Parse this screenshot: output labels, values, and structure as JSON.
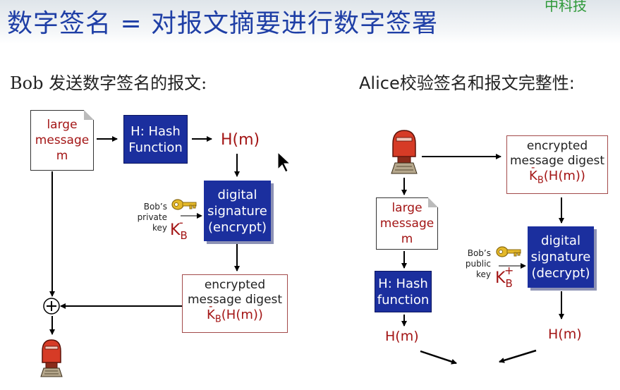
{
  "slide": {
    "title": "数字签名 = 对报文摘要进行数字签署",
    "corner_text": "中科技",
    "left_heading": "Bob 发送数字签名的报文:",
    "right_heading": "Alice校验签名和报文完整性:"
  },
  "left": {
    "message_box": {
      "line1": "large",
      "line2": "message",
      "line3": "m"
    },
    "hash_box": {
      "line1": "H: Hash",
      "line2": "Function"
    },
    "hm_label": "H(m)",
    "signature_box": {
      "line1": "digital",
      "line2": "signature",
      "line3": "(encrypt)"
    },
    "key_label": {
      "line1": "Bob’s",
      "line2": "private",
      "line3": "key"
    },
    "key_letter": "K",
    "key_sub": "B",
    "key_sup": "-",
    "encrypted_box": {
      "line1": "encrypted",
      "line2": "message digest",
      "formula": "(H(m))"
    },
    "plus_symbol": "+"
  },
  "right": {
    "encrypted_box": {
      "line1": "encrypted",
      "line2": "message digest",
      "formula": "(H(m))"
    },
    "message_box": {
      "line1": "large",
      "line2": "message",
      "line3": "m"
    },
    "hash_box": {
      "line1": "H: Hash",
      "line2": "function"
    },
    "signature_box": {
      "line1": "digital",
      "line2": "signature",
      "line3": "(decrypt)"
    },
    "key_label": {
      "line1": "Bob’s",
      "line2": "public",
      "line3": "key"
    },
    "key_letter": "K",
    "key_sub": "B",
    "key_sup": "+",
    "hm_left": "H(m)",
    "hm_right": "H(m)"
  },
  "colors": {
    "title": "#1f3fa6",
    "box_fill": "#1b2f9e",
    "red_text": "#a31515"
  },
  "icons": [
    "key-icon",
    "mailbox-icon",
    "cursor-icon"
  ]
}
